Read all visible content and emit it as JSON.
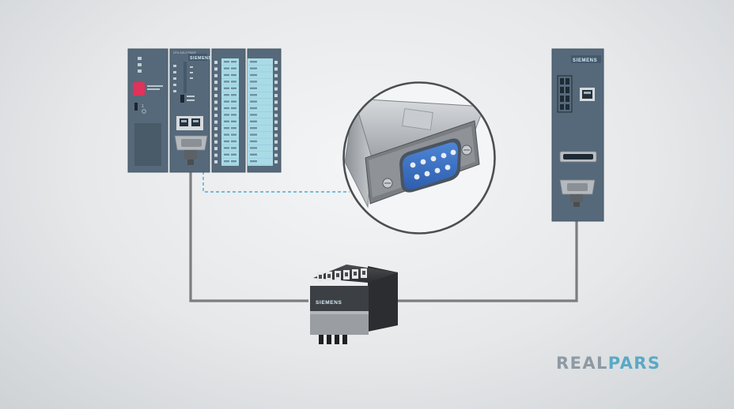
{
  "plc": {
    "cpu_brand": "SIEMENS",
    "right_unit_brand": "SIEMENS"
  },
  "coupler": {
    "brand": "SIEMENS"
  },
  "brand": {
    "part1": "REAL",
    "part2": "PARS"
  },
  "colors": {
    "module": "#56697a",
    "module_dark": "#3f5060",
    "io_strip": "#a9dbe6",
    "cable": "#7d7d7d",
    "dashed_link": "#4ba9d5",
    "connector_blue": "#3f73c4",
    "stop_led": "#e0325a",
    "brand_grey": "#8e9aa3",
    "brand_blue": "#5aa9c7"
  },
  "icons": [
    "db9-connector-icon",
    "rj45-port-icon",
    "fuse-block-icon",
    "pins-icon"
  ]
}
